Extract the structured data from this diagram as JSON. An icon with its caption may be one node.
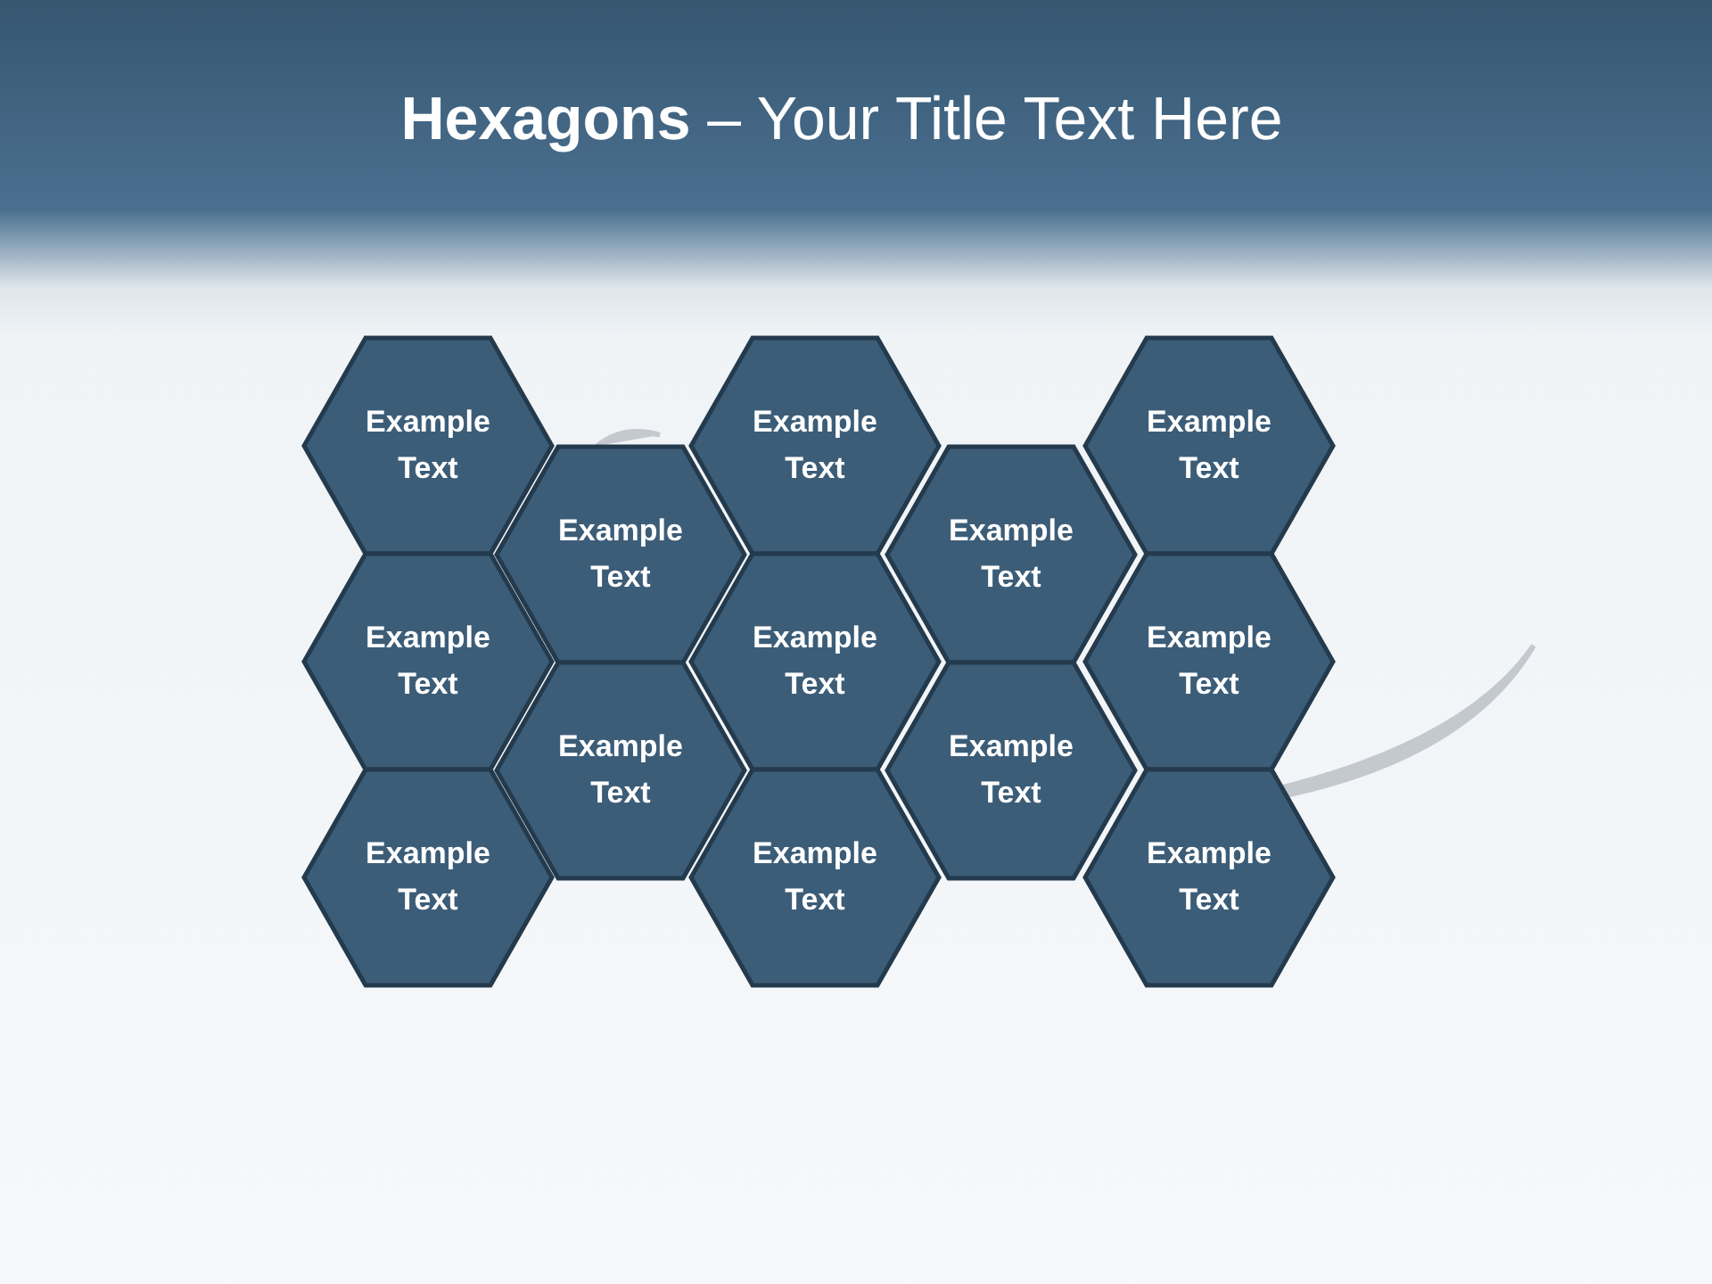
{
  "diagram": {
    "title": "**Hexagons** – Your Title Text Here",
    "nodes": [
      {
        "text": [
          "Example Text"
        ]
      },
      {
        "text": [
          "Example Text"
        ]
      },
      {
        "text": [
          "Example Text"
        ]
      },
      {
        "text": [
          "Example Text"
        ]
      },
      {
        "text": [
          "Example Text"
        ]
      },
      {
        "text": [
          "Example Text"
        ]
      },
      {
        "text": [
          "Example Text"
        ]
      },
      {
        "text": [
          "Example Text"
        ]
      },
      {
        "text": [
          "Example Text"
        ]
      },
      {
        "text": [
          "Example Text"
        ]
      },
      {
        "text": [
          "Example Text"
        ]
      },
      {
        "text": [
          "Example Text"
        ]
      },
      {
        "text": [
          "Example Text"
        ]
      }
    ]
  }
}
